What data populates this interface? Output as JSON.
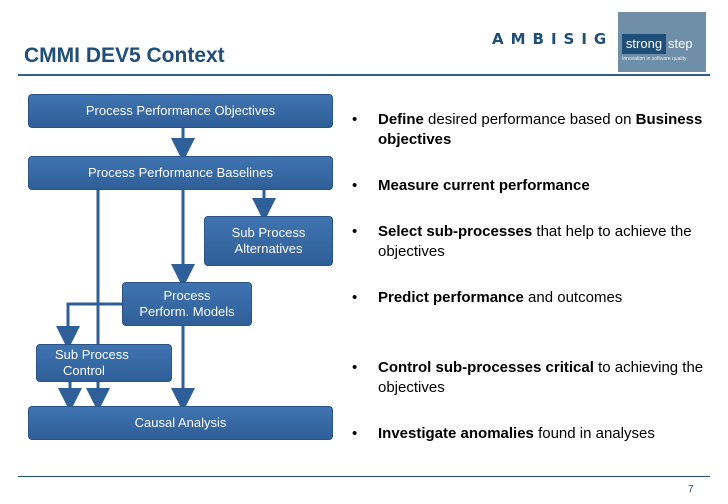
{
  "header": {
    "title": "CMMI DEV5 Context",
    "logo_text": "AMBISIG",
    "logo_strong": "strong",
    "logo_step": "step",
    "logo_tagline": "Innovation in software quality"
  },
  "diagram": {
    "boxes": {
      "ppo": "Process Performance Objectives",
      "ppb": "Process Performance Baselines",
      "spa_line1": "Sub Process",
      "spa_line2": "Alternatives",
      "ppm_line1": "Process",
      "ppm_line2": "Perform. Models",
      "spc_line1": "Sub Process",
      "spc_line2": "Control",
      "ca": "Causal Analysis"
    }
  },
  "bullets": [
    {
      "bold": "Define",
      "rest": " desired performance based on ",
      "bold2": "Business objectives"
    },
    {
      "bold": "Measure current performance",
      "rest": ""
    },
    {
      "bold": "Select sub-processes",
      "rest": " that help to achieve the objectives"
    },
    {
      "bold": "Predict performance",
      "rest": " and outcomes"
    },
    {
      "bold": "Control sub-processes critical",
      "rest": " to achieving the objectives"
    },
    {
      "bold": "Investigate anomalies",
      "rest": " found in analyses"
    }
  ],
  "bullet_char": "•",
  "footer": {
    "page_number": "7"
  }
}
